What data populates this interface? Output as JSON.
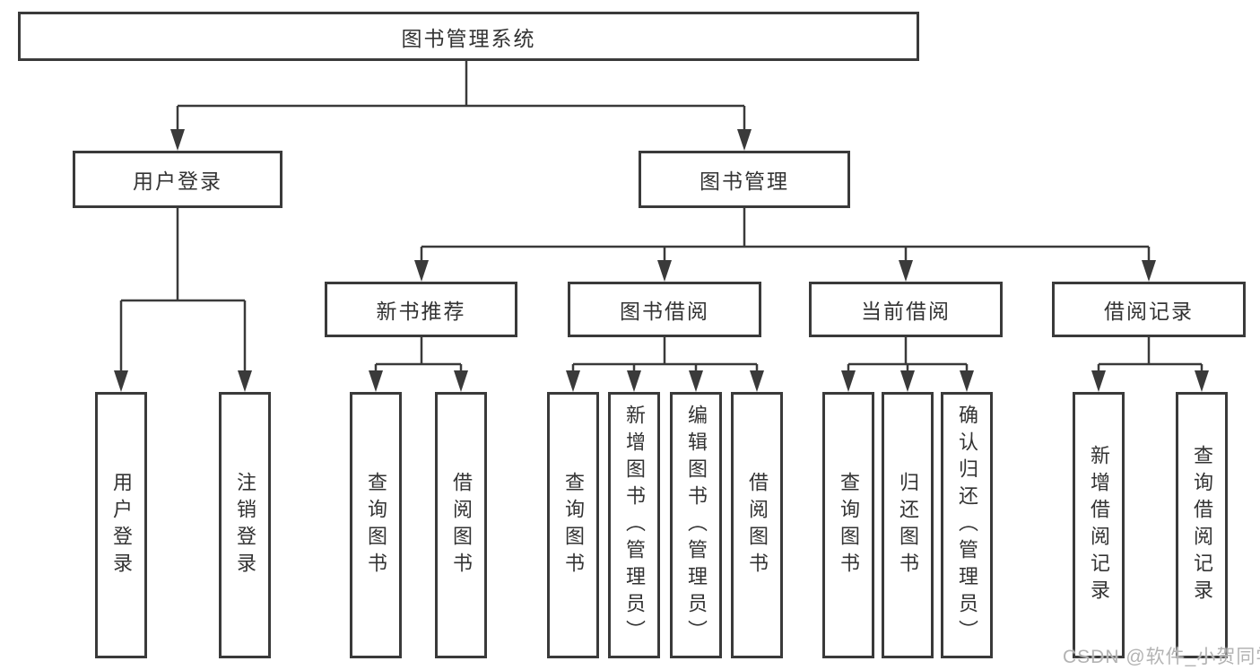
{
  "diagram": {
    "tree": {
      "root": {
        "label": "图书管理系统",
        "children": [
          {
            "label": "用户登录",
            "children": [
              {
                "label": "用户登录"
              },
              {
                "label": "注销登录"
              }
            ]
          },
          {
            "label": "图书管理",
            "children": [
              {
                "label": "新书推荐",
                "children": [
                  {
                    "label": "查询图书"
                  },
                  {
                    "label": "借阅图书"
                  }
                ]
              },
              {
                "label": "图书借阅",
                "children": [
                  {
                    "label": "查询图书"
                  },
                  {
                    "label": "新增图书（管理员）"
                  },
                  {
                    "label": "编辑图书（管理员）"
                  },
                  {
                    "label": "借阅图书"
                  }
                ]
              },
              {
                "label": "当前借阅",
                "children": [
                  {
                    "label": "查询图书"
                  },
                  {
                    "label": "归还图书"
                  },
                  {
                    "label": "确认归还（管理员）"
                  }
                ]
              },
              {
                "label": "借阅记录",
                "children": [
                  {
                    "label": "新增借阅记录"
                  },
                  {
                    "label": "查询借阅记录"
                  }
                ]
              }
            ]
          }
        ]
      }
    },
    "colors": {
      "line": "#3a3a3a",
      "text": "#333333",
      "box_background": "#ffffff",
      "watermark": "#b3b3b3"
    }
  },
  "watermark": {
    "text": "CSDN @软件_小贺同学"
  }
}
